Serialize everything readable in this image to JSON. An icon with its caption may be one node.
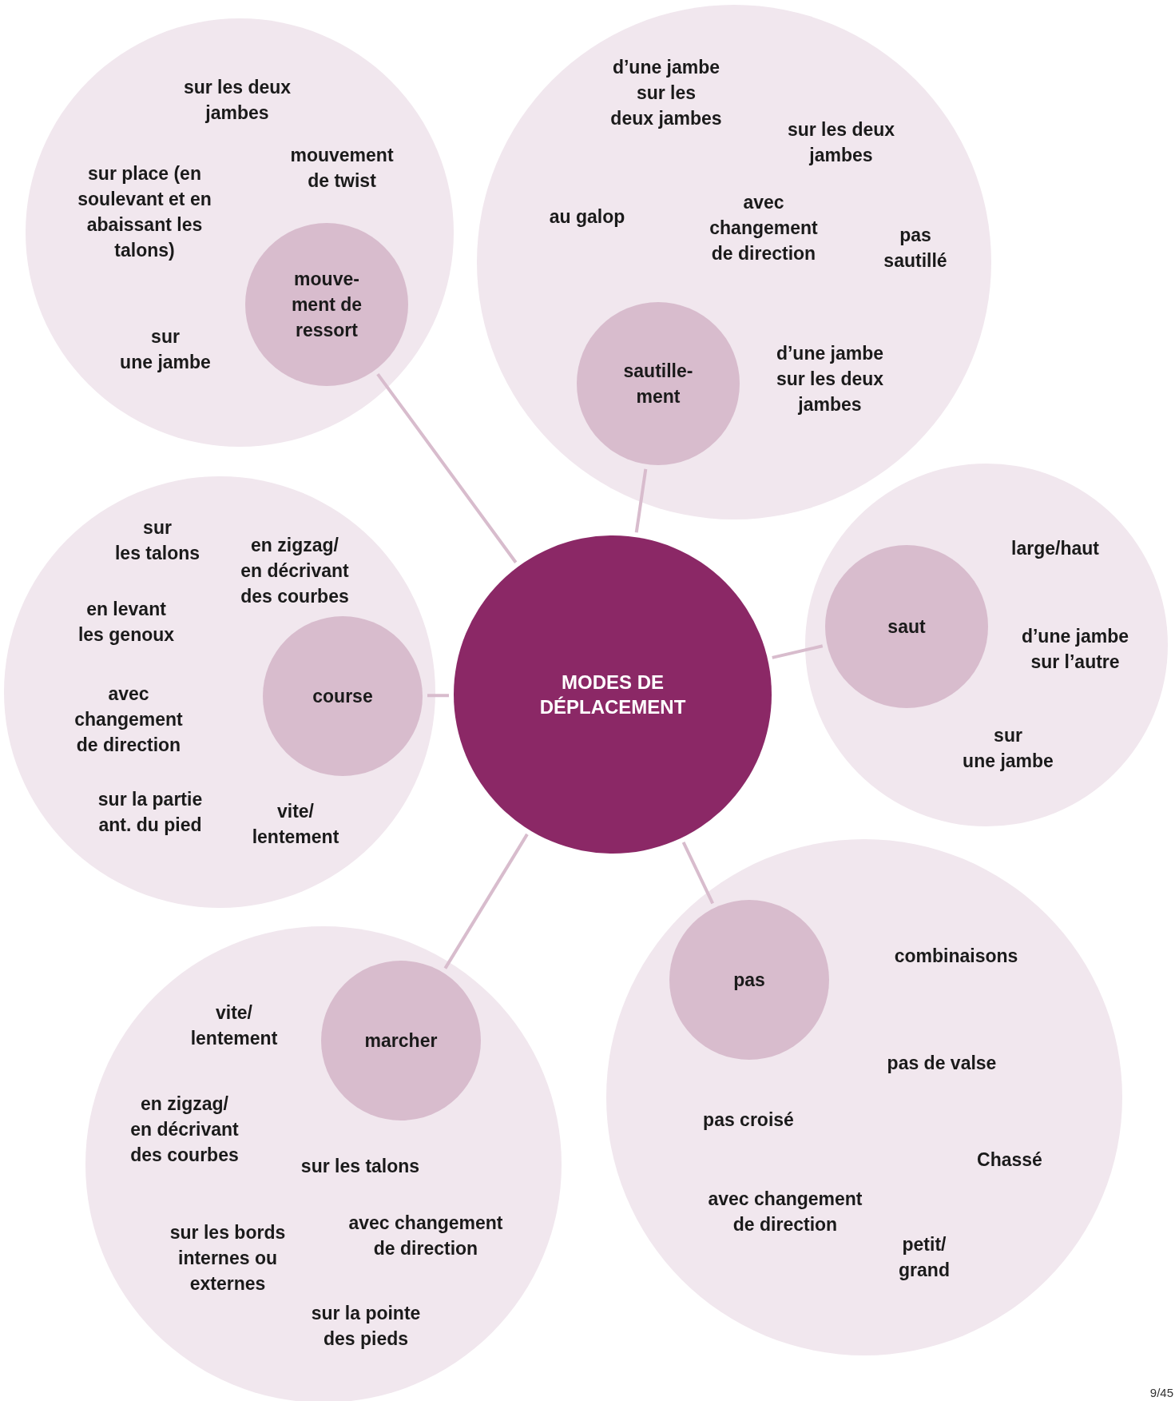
{
  "diagram": {
    "nodes": [
      {
        "text": [
          "MODES DE DÉPLACEMENT"
        ]
      },
      {
        "text": [
          "sur les deux jambes",
          "mouvement de twist",
          "sur place (en soulevant et en abaissant les talons)",
          "sur une jambe"
        ]
      },
      {
        "text": [
          "mouve- ment de ressort"
        ],
        "in": 1
      },
      {
        "text": [
          "d’une jambe sur les deux jambes",
          "sur les deux jambes",
          "au galop",
          "avec changement de direction",
          "pas sautillé",
          "d’une jambe sur les deux jambes"
        ]
      },
      {
        "text": [
          "sautille- ment"
        ],
        "in": 3
      },
      {
        "text": [
          "sur les talons",
          "en zigzag/ en décrivant des courbes",
          "en levant les genoux",
          "avec changement de direction",
          "sur la partie ant. du pied",
          "vite/ lentement"
        ]
      },
      {
        "text": [
          "course"
        ],
        "in": 5
      },
      {
        "text": [
          "large/haut",
          "d’une jambe sur l’autre",
          "sur une jambe"
        ]
      },
      {
        "text": [
          "saut"
        ],
        "in": 7
      },
      {
        "text": [
          "vite/ lentement",
          "en zigzag/ en décrivant des courbes",
          "sur les talons",
          "sur les bords internes ou externes",
          "avec changement de direction",
          "sur la pointe des pieds"
        ]
      },
      {
        "text": [
          "marcher"
        ],
        "in": 9
      },
      {
        "text": [
          "combinaisons",
          "pas de valse",
          "pas croisé",
          "Chassé",
          "avec changement de direction",
          "petit/ grand"
        ]
      },
      {
        "text": [
          "pas"
        ],
        "in": 11
      }
    ],
    "edges": [
      {
        "from": 0,
        "to": 2,
        "arrow": "none"
      },
      {
        "from": 0,
        "to": 4,
        "arrow": "none"
      },
      {
        "from": 0,
        "to": 8,
        "arrow": "none"
      },
      {
        "from": 0,
        "to": 12,
        "arrow": "none"
      },
      {
        "from": 0,
        "to": 10,
        "arrow": "none"
      },
      {
        "from": 0,
        "to": 6,
        "arrow": "none"
      }
    ],
    "labels": [
      "9/45"
    ]
  }
}
